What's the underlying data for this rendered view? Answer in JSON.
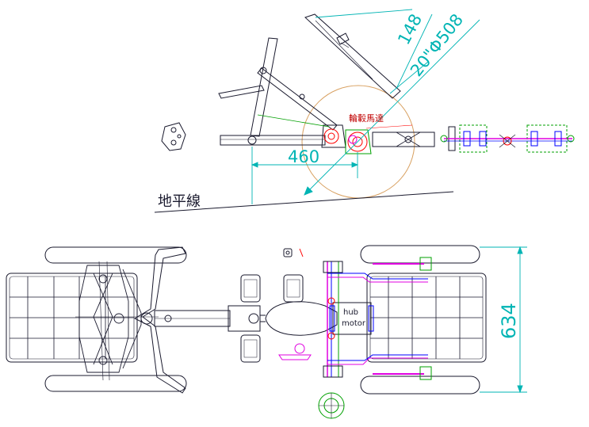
{
  "side_view": {
    "dim_wheelbase": "460",
    "dim_arm": "148",
    "dim_wheel": "20\"Φ508",
    "label_motor_cn": "輪轂馬達",
    "label_ground": "地平線"
  },
  "top_view": {
    "dim_track": "634",
    "hub_motor_line1": "hub",
    "hub_motor_line2": "motor"
  },
  "colors": {
    "frame": "#1a1a2e",
    "dimension": "#00b4b4",
    "wheel_circle": "#d8a060",
    "motor": "#ff0000",
    "axle_magenta": "#e000e0",
    "axle_blue": "#0000ff",
    "green": "#00a000"
  }
}
